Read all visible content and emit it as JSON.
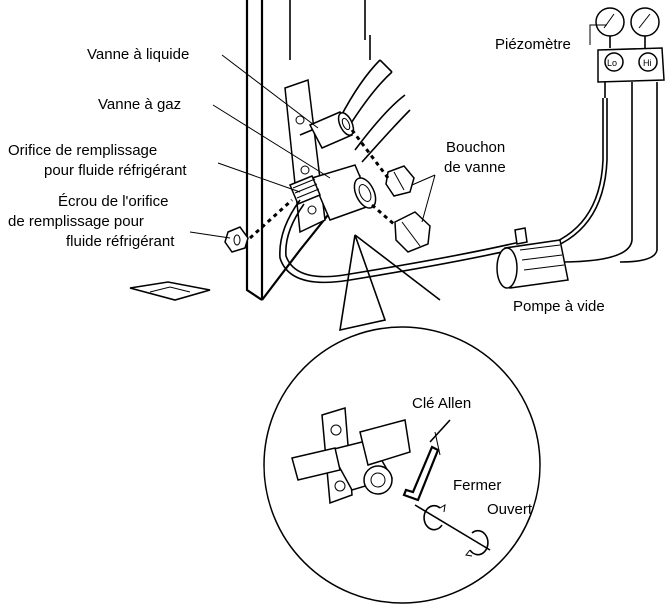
{
  "labels": {
    "liquid_valve": "Vanne à liquide",
    "gas_valve": "Vanne à gaz",
    "charge_port_line1": "Orifice de remplissage",
    "charge_port_line2": "pour fluide réfrigérant",
    "charge_nut_line1": "Écrou de l'orifice",
    "charge_nut_line2": "de remplissage pour",
    "charge_nut_line3": "fluide réfrigérant",
    "valve_cap_line1": "Bouchon",
    "valve_cap_line2": "de vanne",
    "pressure_gauge": "Piézomètre",
    "gauge_lo": "Lo",
    "gauge_hi": "Hi",
    "vacuum_pump": "Pompe à vide",
    "allen_key": "Clé Allen",
    "close": "Fermer",
    "open": "Ouvert"
  }
}
